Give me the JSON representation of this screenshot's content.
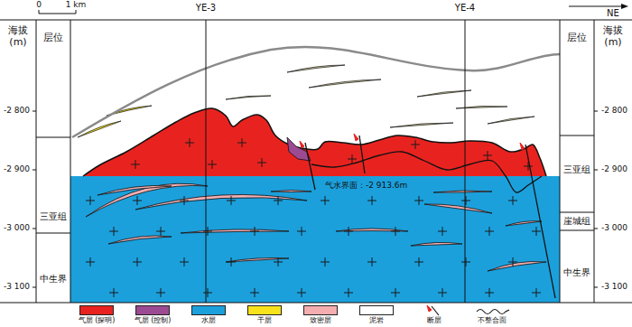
{
  "diagram": {
    "labels": [
      "0",
      "1 km",
      "YE-3",
      "YE-4",
      "NE",
      "海拔 (m)",
      "层位",
      "层位",
      "海拔 (m)",
      "-2 800",
      "-2 900",
      "-3 000",
      "-3 100",
      "三亚组",
      "中生界",
      "-2 800",
      "-2 900",
      "-3 000",
      "-3 100",
      "三亚组",
      "崖城组",
      "中生界",
      "气水界面：-2 913.6m"
    ],
    "legend": [
      {
        "text": "气层 (探明)",
        "color": "#e8231f"
      },
      {
        "text": "气层 (控制)",
        "color": "#9c4a92"
      },
      {
        "text": "水层",
        "color": "#1ba0dc"
      },
      {
        "text": "干层",
        "color": "#f7e21b"
      },
      {
        "text": "致密层",
        "color": "#f5aeb0"
      },
      {
        "text": "泥岩",
        "color": "#ffffff"
      },
      {
        "text": "断层"
      },
      {
        "text": "不整合面"
      }
    ]
  }
}
